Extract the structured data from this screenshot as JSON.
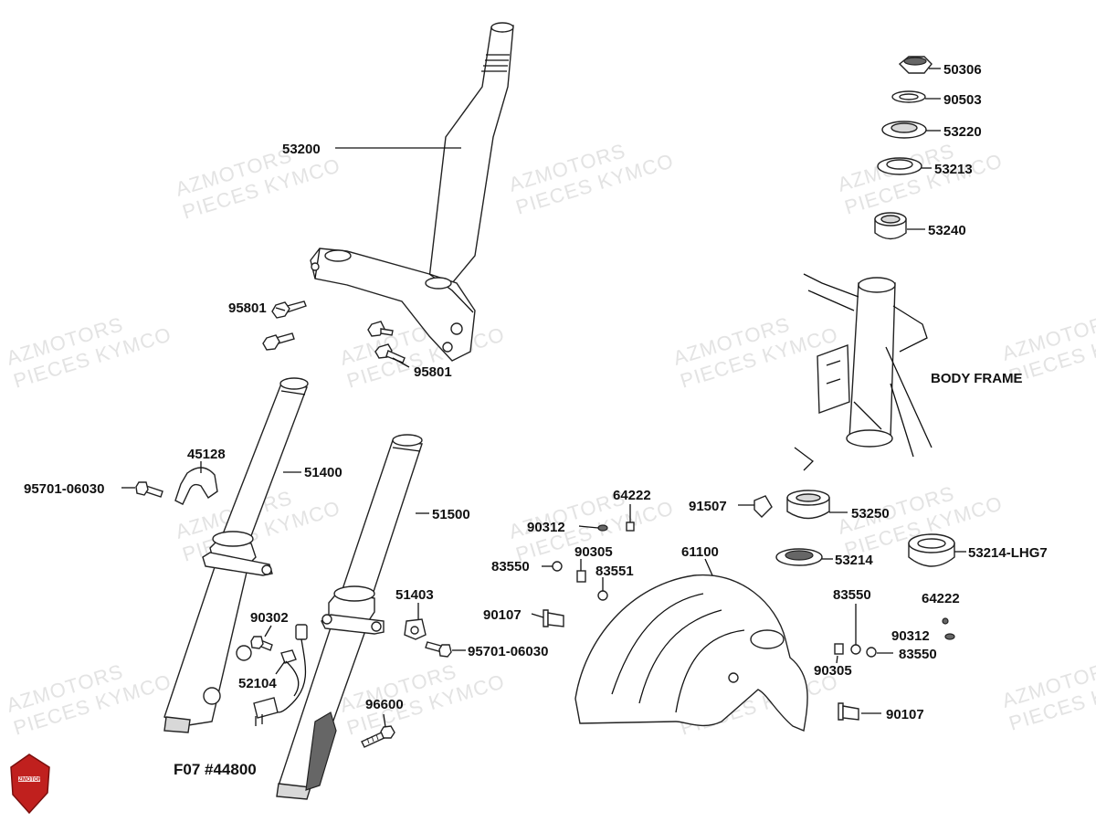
{
  "watermark": {
    "line1": "AZMOTORS",
    "line2": "PIECES KYMCO"
  },
  "logo": {
    "text": "AZMOTORS",
    "color": "#c0201e"
  },
  "parts": [
    {
      "id": "p-50306",
      "label": "50306"
    },
    {
      "id": "p-90503",
      "label": "90503"
    },
    {
      "id": "p-53220",
      "label": "53220"
    },
    {
      "id": "p-53213",
      "label": "53213"
    },
    {
      "id": "p-53240",
      "label": "53240"
    },
    {
      "id": "p-53200",
      "label": "53200"
    },
    {
      "id": "p-95801a",
      "label": "95801"
    },
    {
      "id": "p-95801b",
      "label": "95801"
    },
    {
      "id": "p-45128",
      "label": "45128"
    },
    {
      "id": "p-51400",
      "label": "51400"
    },
    {
      "id": "p-95701a",
      "label": "95701-06030"
    },
    {
      "id": "p-51500",
      "label": "51500"
    },
    {
      "id": "p-64222a",
      "label": "64222"
    },
    {
      "id": "p-91507",
      "label": "91507"
    },
    {
      "id": "p-53250",
      "label": "53250"
    },
    {
      "id": "p-90312a",
      "label": "90312"
    },
    {
      "id": "p-61100",
      "label": "61100"
    },
    {
      "id": "p-53214",
      "label": "53214"
    },
    {
      "id": "p-53214lhg7",
      "label": "53214-LHG7"
    },
    {
      "id": "p-90305a",
      "label": "90305"
    },
    {
      "id": "p-83550a",
      "label": "83550"
    },
    {
      "id": "p-83551",
      "label": "83551"
    },
    {
      "id": "p-51403",
      "label": "51403"
    },
    {
      "id": "p-90107a",
      "label": "90107"
    },
    {
      "id": "p-90302",
      "label": "90302"
    },
    {
      "id": "p-95701b",
      "label": "95701-06030"
    },
    {
      "id": "p-52104",
      "label": "52104"
    },
    {
      "id": "p-96600",
      "label": "96600"
    },
    {
      "id": "p-83550b",
      "label": "83550"
    },
    {
      "id": "p-64222b",
      "label": "64222"
    },
    {
      "id": "p-90312b",
      "label": "90312"
    },
    {
      "id": "p-83550c",
      "label": "83550"
    },
    {
      "id": "p-90305b",
      "label": "90305"
    },
    {
      "id": "p-90107b",
      "label": "90107"
    }
  ],
  "body_frame_label": "BODY FRAME",
  "f07_label": "F07 #44800"
}
